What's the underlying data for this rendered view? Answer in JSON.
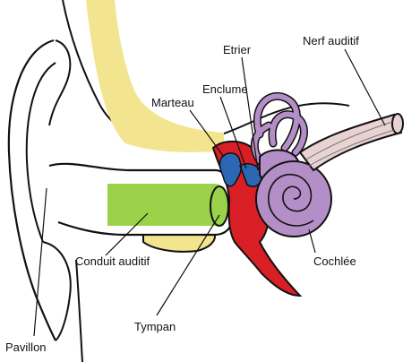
{
  "labels": {
    "pavillon": "Pavillon",
    "conduit": "Conduit auditif",
    "tympan": "Tympan",
    "marteau": "Marteau",
    "enclume": "Enclume",
    "etrier": "Etrier",
    "nerf": "Nerf auditif",
    "cochlee": "Cochlée"
  },
  "colors": {
    "outline": "#111111",
    "bone_yellow": "#f3e58f",
    "canal_green": "#9ad34a",
    "middle_ear_red": "#d81f26",
    "ossicles_blue": "#2b67b3",
    "inner_ear_purple": "#b48fc7",
    "nerve_pink": "#e9d2d2"
  }
}
